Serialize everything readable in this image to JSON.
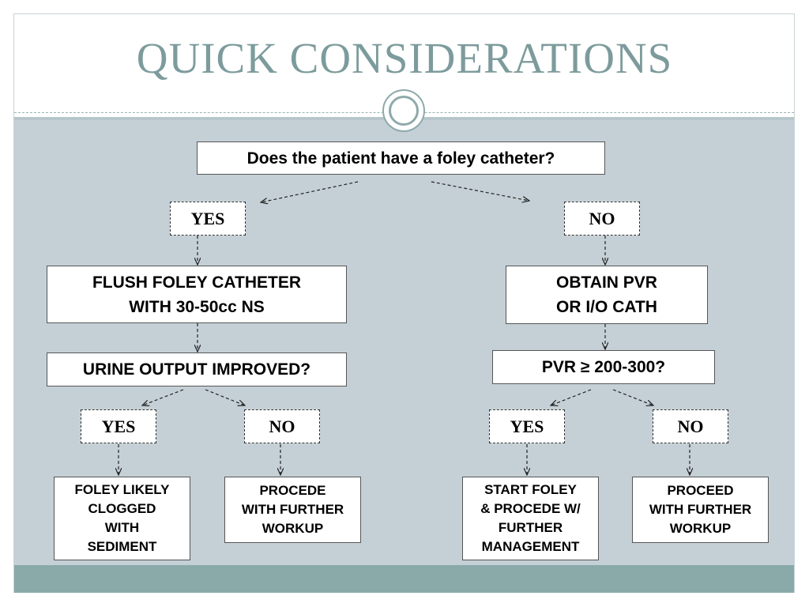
{
  "title": "QUICK CONSIDERATIONS",
  "question": "Does the patient have a foley catheter?",
  "left_branch": {
    "answer": "YES",
    "step1": "FLUSH FOLEY CATHETER\nWITH 30-50cc NS",
    "step2": "URINE OUTPUT IMPROVED?",
    "yes_label": "YES",
    "no_label": "NO",
    "yes_outcome": "FOLEY LIKELY\nCLOGGED\nWITH\nSEDIMENT",
    "no_outcome": "PROCEDE\nWITH FURTHER\nWORKUP"
  },
  "right_branch": {
    "answer": "NO",
    "step1": "OBTAIN PVR\nOR I/O CATH",
    "step2": "PVR ≥ 200-300?",
    "yes_label": "YES",
    "no_label": "NO",
    "yes_outcome": "START FOLEY\n& PROCEDE W/\nFURTHER\nMANAGEMENT",
    "no_outcome": "PROCEED\nWITH FURTHER\nWORKUP"
  }
}
